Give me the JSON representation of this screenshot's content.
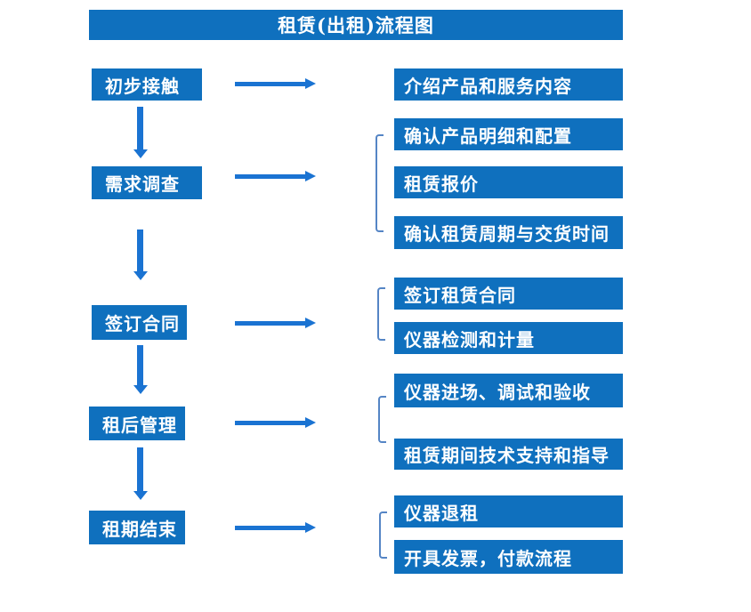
{
  "title": "租赁(出租)流程图",
  "colors": {
    "box_fill": "#0F70BE",
    "arrow": "#1A73D2",
    "bracket": "#5585C5",
    "box_text": "#FFFFFF"
  },
  "stages": [
    {
      "label": "初步接触",
      "details": [
        "介绍产品和服务内容"
      ]
    },
    {
      "label": "需求调查",
      "details": [
        "确认产品明细和配置",
        "租赁报价",
        "确认租赁周期与交货时间"
      ]
    },
    {
      "label": "签订合同",
      "details": [
        "签订租赁合同",
        "仪器检测和计量"
      ]
    },
    {
      "label": "租后管理",
      "details": [
        "仪器进场、调试和验收",
        "租赁期间技术支持和指导"
      ]
    },
    {
      "label": "租期结束",
      "details": [
        "仪器退租",
        "开具发票，付款流程"
      ]
    }
  ]
}
